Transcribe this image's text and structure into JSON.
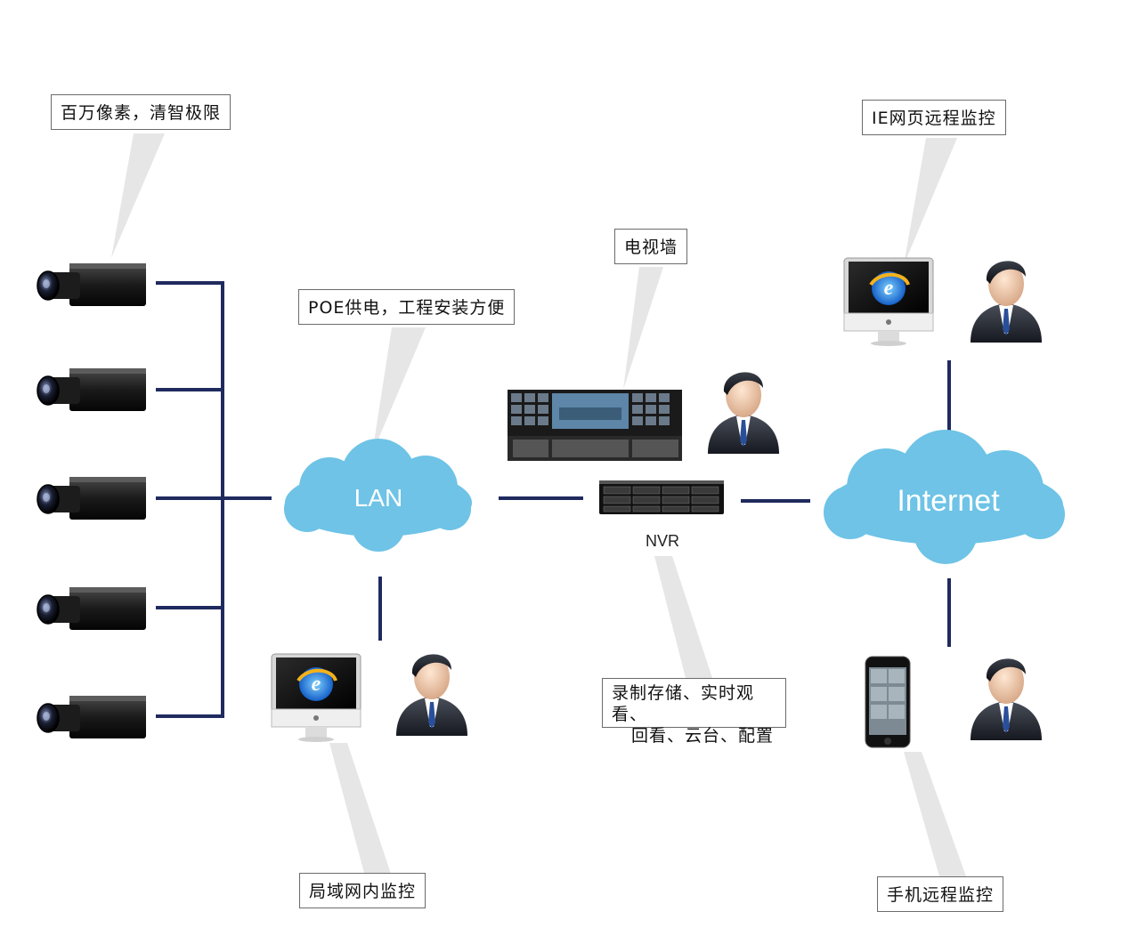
{
  "callouts": {
    "camera": "百万像素，清智极限",
    "poe": "POE供电，工程安装方便",
    "tv_wall": "电视墙",
    "ie_remote": "IE网页远程监控",
    "nvr_functions_line1": "录制存储、实时观看、",
    "nvr_functions_line2": "回看、云台、配置",
    "lan_monitor": "局域网内监控",
    "mobile_remote": "手机远程监控"
  },
  "clouds": {
    "lan": "LAN",
    "internet": "Internet"
  },
  "devices": {
    "nvr": "NVR"
  },
  "colors": {
    "line": "#1f2a5e",
    "cloud": "#6ec3e6",
    "callout_wedge": "#e4e4e4"
  }
}
